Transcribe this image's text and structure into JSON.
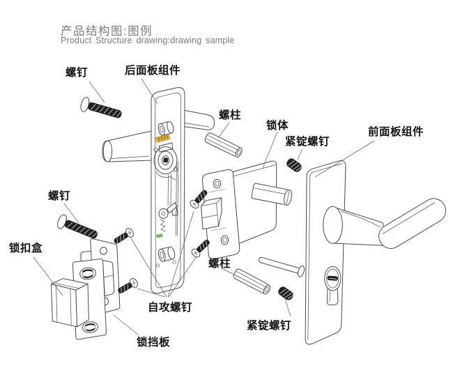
{
  "title": {
    "cn": "产品结构图:图例",
    "en": "Product Structure drawing:drawing sample"
  },
  "part_labels": {
    "screw_top": "螺钉",
    "back_panel_assembly": "后面板组件",
    "stud_top": "螺柱",
    "lock_body": "锁体",
    "set_screw_top": "紧锭螺钉",
    "front_panel_assembly": "前面板组件",
    "screw_left": "螺钉",
    "latch_box": "锁扣盒",
    "stud_bottom": "螺柱",
    "self_tapping_screw": "自攻螺钉",
    "set_screw_bottom": "紧锭螺钉",
    "strike_plate": "锁挡板"
  },
  "colors": {
    "line": "#4a4a4a",
    "thread_dark": "#222222",
    "label_text": "#141414",
    "title_text": "#7b7b7b",
    "highlight_yellow": "#e5ad3a",
    "highlight_green": "#72bf4a",
    "background": "#ffffff"
  }
}
